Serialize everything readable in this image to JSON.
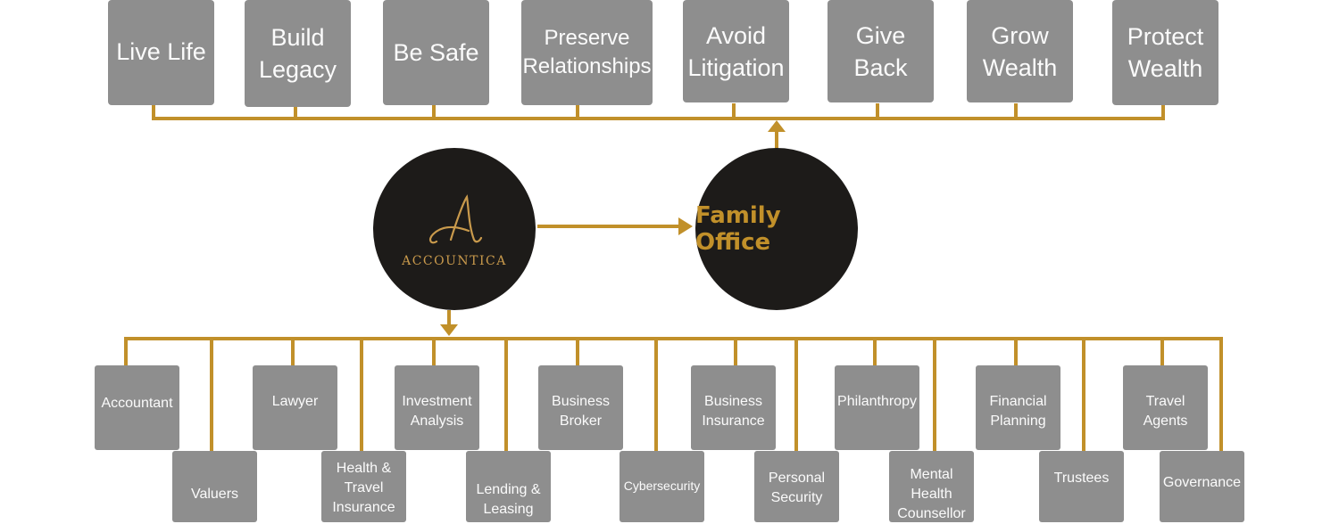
{
  "colors": {
    "connector": "#c1902a",
    "box": "#8e8e8e",
    "box_text": "#fbfbfb",
    "circle": "#1d1b19",
    "accent": "#c1902a"
  },
  "goals": [
    {
      "label": "Live Life"
    },
    {
      "label": "Build\nLegacy"
    },
    {
      "label": "Be Safe"
    },
    {
      "label": "Preserve\nRelationships"
    },
    {
      "label": "Avoid\nLitigation"
    },
    {
      "label": "Give\nBack"
    },
    {
      "label": "Grow\nWealth"
    },
    {
      "label": "Protect\nWealth"
    }
  ],
  "hub": {
    "logo_text": "ACCOUNTICA",
    "logo_icon": "accountica-script-a-logo"
  },
  "family_office": {
    "label": "Family Office"
  },
  "services_upper": [
    {
      "label": "Accountant"
    },
    {
      "label": "Lawyer"
    },
    {
      "label": "Investment\nAnalysis"
    },
    {
      "label": "Business\nBroker"
    },
    {
      "label": "Business\nInsurance"
    },
    {
      "label": "Philanthropy"
    },
    {
      "label": "Financial\nPlanning"
    },
    {
      "label": "Travel\nAgents"
    }
  ],
  "services_lower": [
    {
      "label": "Valuers"
    },
    {
      "label": "Health &\nTravel\nInsurance"
    },
    {
      "label": "Lending &\nLeasing"
    },
    {
      "label": "Cybersecurity"
    },
    {
      "label": "Personal\nSecurity"
    },
    {
      "label": "Mental\nHealth\nCounsellor"
    },
    {
      "label": "Trustees"
    },
    {
      "label": "Governance"
    }
  ]
}
